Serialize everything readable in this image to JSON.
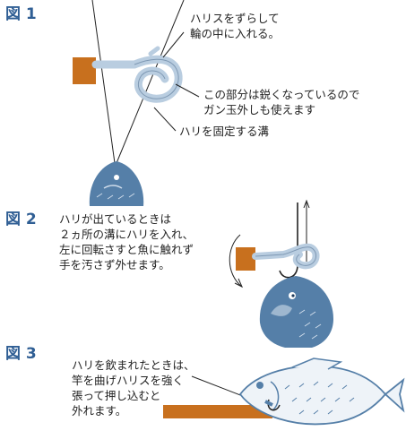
{
  "colors": {
    "fig_label": "#2f5e94",
    "fish": "#557fa8",
    "fish_light": "#eef3f8",
    "tool": "#b9cde0",
    "handle": "#c8701e",
    "line": "#222222"
  },
  "figure1": {
    "label": "図 1",
    "note_a": [
      "ハリスをずらして",
      "輪の中に入れる。"
    ],
    "note_b": [
      "この部分は鋭くなっているので",
      "ガン玉外しも使えます"
    ],
    "note_c": [
      "ハリを固定する溝"
    ]
  },
  "figure2": {
    "label": "図 2",
    "note": [
      "ハリが出ているときは",
      "２ヵ所の溝にハリを入れ、",
      "左に回転さすと魚に触れず",
      "手を汚さず外せます。"
    ]
  },
  "figure3": {
    "label": "図 3",
    "note": [
      "ハリを飲まれたときは、",
      "竿を曲げハリスを強く",
      "張って押し込むと",
      "外れます。"
    ]
  }
}
